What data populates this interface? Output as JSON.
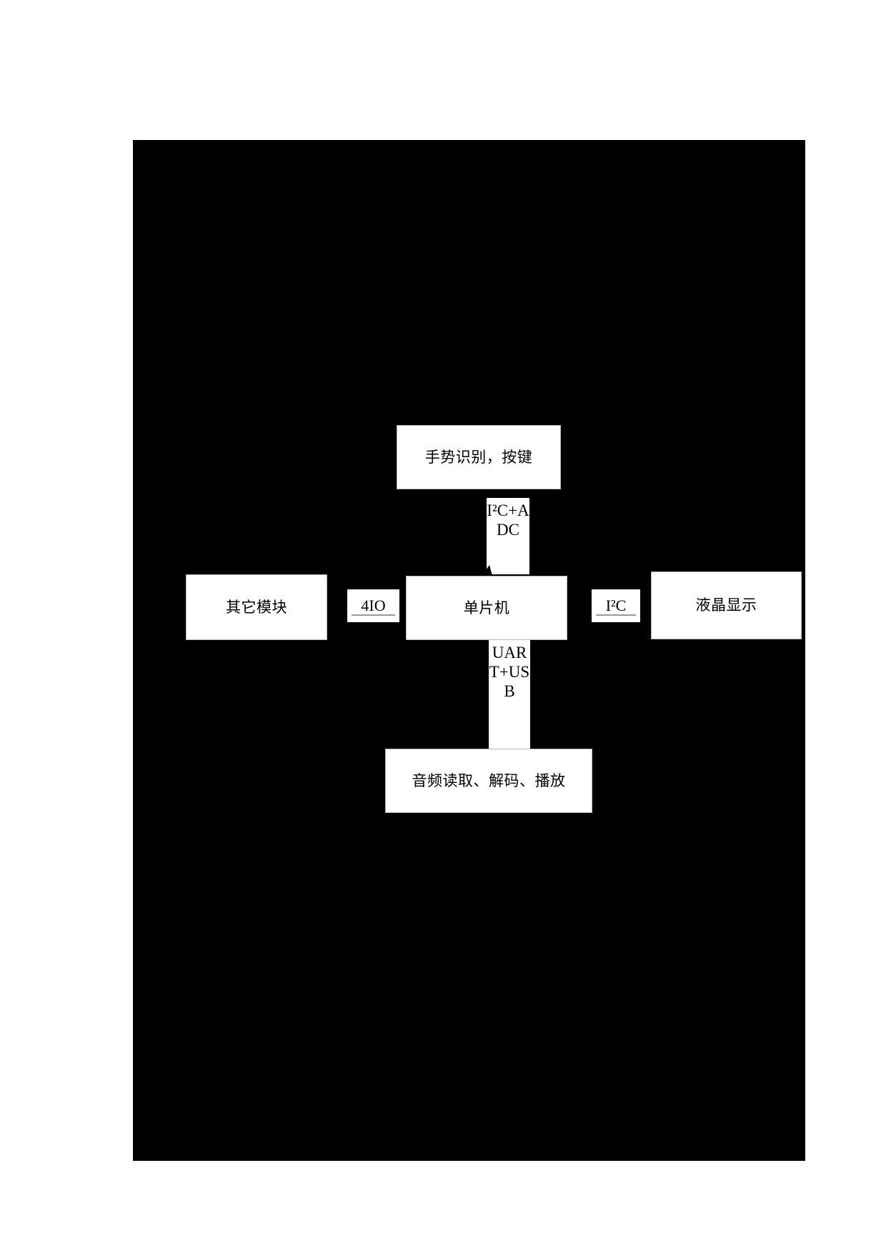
{
  "diagram": {
    "type": "block-diagram",
    "background_color": "#000000",
    "page_color": "#ffffff",
    "node_fill": "#ffffff",
    "node_border": "#b5b5b5",
    "text_color": "#000000",
    "nodes": [
      {
        "id": "gesture",
        "label": "手势识别，按键"
      },
      {
        "id": "other",
        "label": "其它模块"
      },
      {
        "id": "mcu",
        "label": "单片机"
      },
      {
        "id": "lcd",
        "label": "液晶显示"
      },
      {
        "id": "audio",
        "label": "音频读取、解码、播放"
      }
    ],
    "edge_labels": [
      {
        "id": "i2c-adc",
        "label": "I²C+ADC",
        "from": "gesture",
        "to": "mcu",
        "orientation": "vertical"
      },
      {
        "id": "4io",
        "label": "4IO",
        "from": "other",
        "to": "mcu",
        "orientation": "horizontal"
      },
      {
        "id": "i2c",
        "label": "I²C",
        "from": "mcu",
        "to": "lcd",
        "orientation": "horizontal"
      },
      {
        "id": "uart-usb",
        "label": "UART+USB",
        "from": "mcu",
        "to": "audio",
        "orientation": "vertical"
      }
    ]
  }
}
